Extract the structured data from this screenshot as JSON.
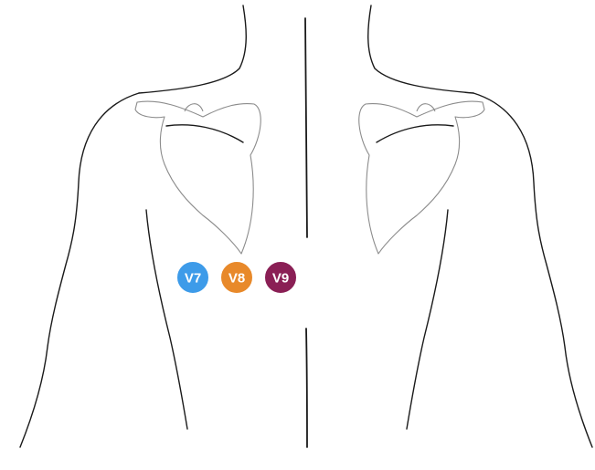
{
  "electrodes": [
    {
      "label": "V7",
      "color": "#3d9be9"
    },
    {
      "label": "V8",
      "color": "#e8892a"
    },
    {
      "label": "V9",
      "color": "#8a1f55"
    }
  ]
}
